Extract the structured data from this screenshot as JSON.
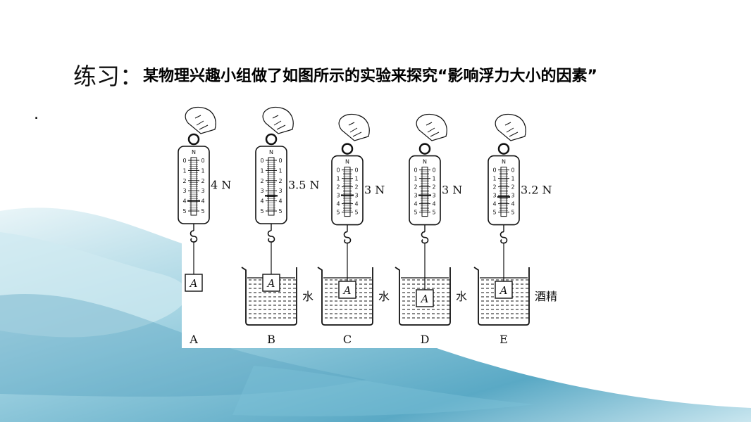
{
  "slide": {
    "title_label": "练习：",
    "title_text": "某物理兴趣小组做了如图所示的实验来探究“影响浮力大小的因素”",
    "trailing_mark": "."
  },
  "figure": {
    "scale_letter": "N",
    "scale_marks": [
      "0",
      "1",
      "2",
      "3",
      "4",
      "5"
    ],
    "block_label": "A",
    "setups": [
      {
        "id": "A",
        "reading_label": "4 N",
        "reading": 4.0,
        "liquid_label": "",
        "immersion": "none"
      },
      {
        "id": "B",
        "reading_label": "3.5 N",
        "reading": 3.5,
        "liquid_label": "水",
        "immersion": "partial"
      },
      {
        "id": "C",
        "reading_label": "3 N",
        "reading": 3.0,
        "liquid_label": "水",
        "immersion": "full"
      },
      {
        "id": "D",
        "reading_label": "3 N",
        "reading": 3.0,
        "liquid_label": "水",
        "immersion": "deep"
      },
      {
        "id": "E",
        "reading_label": "3.2 N",
        "reading": 3.2,
        "liquid_label": "酒精",
        "immersion": "full"
      }
    ]
  },
  "colors": {
    "ink": "#111111",
    "sky_light": "#e6f3f7",
    "water_blue": "#8fc6d8",
    "water_deep": "#5aa3bf"
  }
}
